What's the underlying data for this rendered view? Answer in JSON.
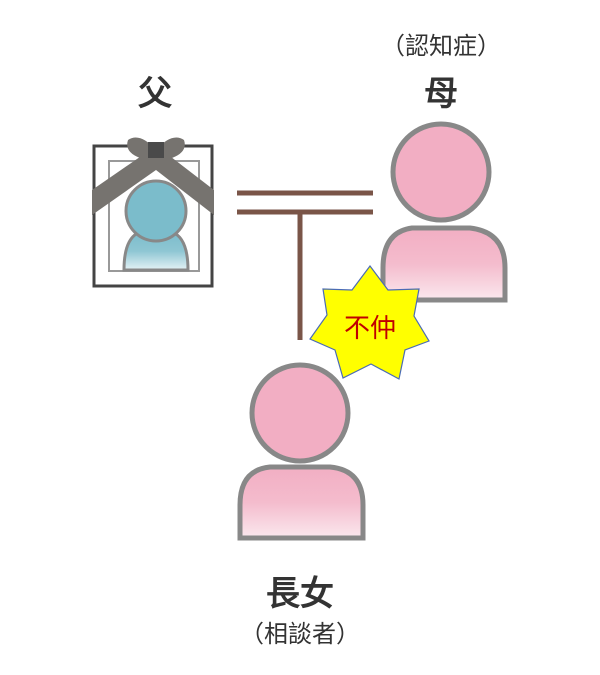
{
  "father": {
    "label": "父"
  },
  "mother": {
    "label": "母",
    "note": "（認知症）"
  },
  "daughter": {
    "label": "長女",
    "note": "（相談者）"
  },
  "conflict": {
    "label": "不仲"
  },
  "colors": {
    "pink": "#f4b6c8",
    "blue": "#7bbccb",
    "line": "#7a5548",
    "frame": "#444444",
    "ribbon": "#76736f",
    "star": "#ffff00",
    "conflict_text": "#c00000"
  }
}
